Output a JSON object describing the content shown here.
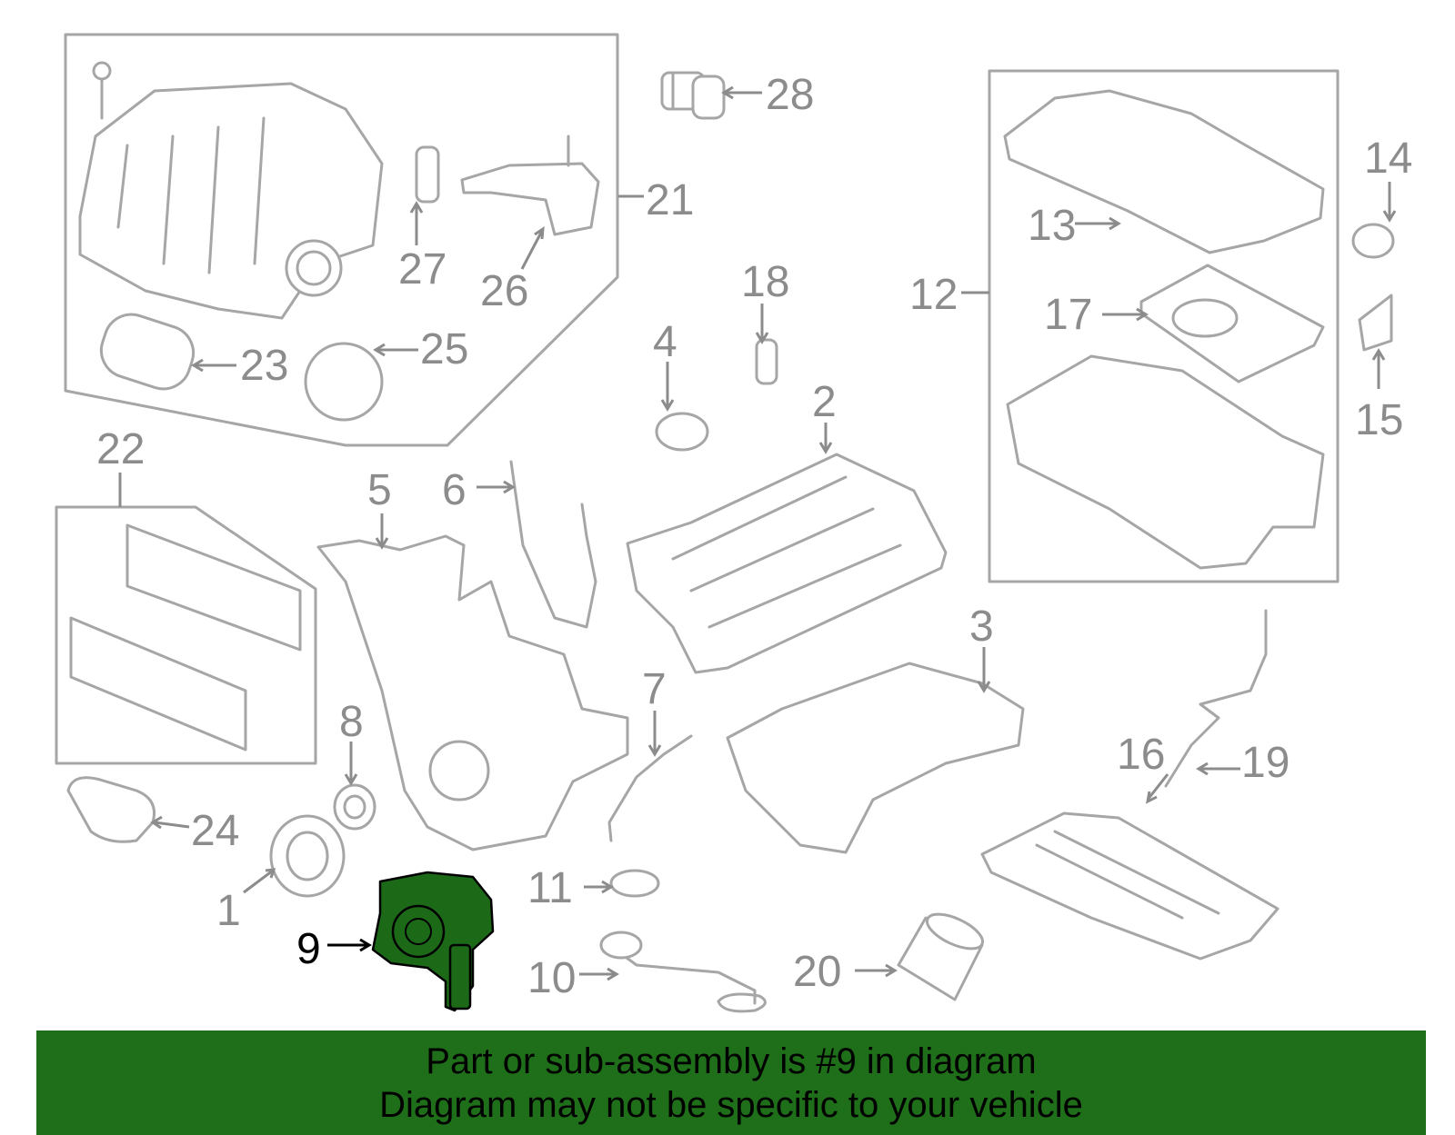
{
  "labels": {
    "l1": "1",
    "l2": "2",
    "l3": "3",
    "l4": "4",
    "l5": "5",
    "l6": "6",
    "l7": "7",
    "l8": "8",
    "l9": "9",
    "l10": "10",
    "l11": "11",
    "l12": "12",
    "l13": "13",
    "l14": "14",
    "l15": "15",
    "l16": "16",
    "l17": "17",
    "l18": "18",
    "l19": "19",
    "l20": "20",
    "l21": "21",
    "l22": "22",
    "l23": "23",
    "l24": "24",
    "l25": "25",
    "l26": "26",
    "l27": "27",
    "l28": "28"
  },
  "highlight": {
    "part_number": "9",
    "color": "#1c6a17"
  },
  "colors": {
    "line": "#a6a6a6",
    "label": "#8c8c8c",
    "banner": "#1f6e19"
  },
  "banner": {
    "line1": "Part or sub-assembly is #9 in diagram",
    "line2": "Diagram may not be specific to your vehicle"
  }
}
